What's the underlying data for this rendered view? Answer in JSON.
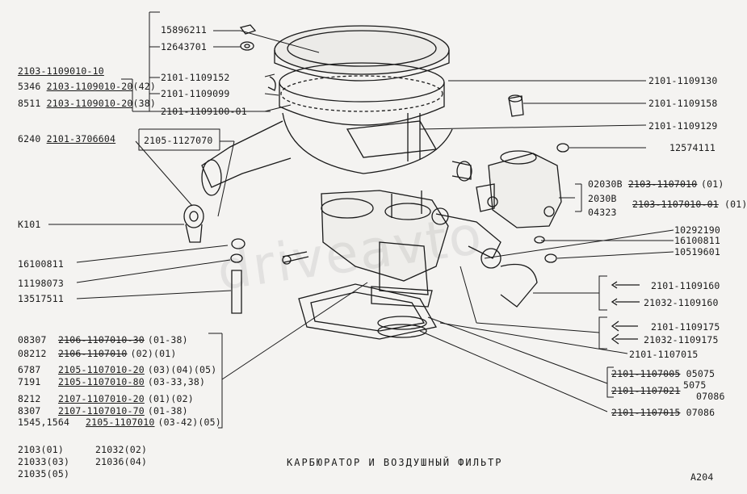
{
  "title": "КАРБЮРАТОР И ВОЗДУШНЫЙ ФИЛЬТР",
  "code": "А204",
  "watermark": "driveavto",
  "callouts": {
    "p15896211": "15896211",
    "p12643701": "12643701",
    "p2101_1109152": "2101-1109152",
    "p2101_1109099": "2101-1109099",
    "p2101_1109100_01": "2101-1109100-01",
    "p2101_1109130": "2101-1109130",
    "p2101_1109158": "2101-1109158",
    "p2101_1109129": "2101-1109129",
    "p12574111": "12574111",
    "p2105_1127070": "2105-1127070",
    "p10292190": "10292190",
    "p16100811_r": "16100811",
    "p10519601": "10519601",
    "p2101_1107015": "2101-1107015",
    "pK101": "К101",
    "p16100811_l": "16100811",
    "p11198073": "11198073",
    "p13517511": "13517511"
  },
  "filter_group": {
    "l1": "2103-1109010-10",
    "l2_prefix": "5346 ",
    "l2_part": "2103-1109010-20",
    "l2_suffix": "(42)",
    "l3_prefix": "8511 ",
    "l3_part": "2103-1109010-20",
    "l3_suffix": "(38)"
  },
  "p6240": {
    "prefix": "6240 ",
    "part": "2101-3706604"
  },
  "carb_group_right": {
    "r1_code": "02030В ",
    "r1_part": "2103-1107010",
    "r1_app": "(01)",
    "r2_code": "2030В ",
    "r2_part": "2103-1107010-01",
    "r2_app": "(01)",
    "r3_code": "04323"
  },
  "bolt_group": {
    "a1": "2101-1109160",
    "a2": "21032-1109160",
    "b1": "2101-1109175",
    "b2": "21032-1109175"
  },
  "gasket_group": {
    "l1_part": "2101-1107005",
    "l1_code": "05075",
    "l2_code": "5075",
    "l3_part": "2101-1107021",
    "l3_code": "07086",
    "l4_part": "2101-1107015",
    "l4_code": "07086"
  },
  "carb_list": [
    {
      "code": "08307 ",
      "part": "2106-1107010-30",
      "app": "(01-38)"
    },
    {
      "code": "08212 ",
      "part": "2106-1107010",
      "app": "(02)(01)"
    },
    {
      "code": "6787  ",
      "part": "2105-1107010-20",
      "app": "(03)(04)(05)"
    },
    {
      "code": "7191  ",
      "part": "2105-1107010-80",
      "app": "(03-33,38)"
    },
    {
      "code": "8212  ",
      "part": "2107-1107010-20",
      "app": "(01)(02)"
    },
    {
      "code": "8307  ",
      "part": "2107-1107010-70",
      "app": "(01-38)"
    },
    {
      "code": "1545,1564 ",
      "part": "2105-1107010",
      "app": "(03-42)(05)"
    }
  ],
  "models": {
    "c1": [
      "2103(01)",
      "21033(03)",
      "21035(05)"
    ],
    "c2": [
      "21032(02)",
      "21036(04)"
    ]
  }
}
